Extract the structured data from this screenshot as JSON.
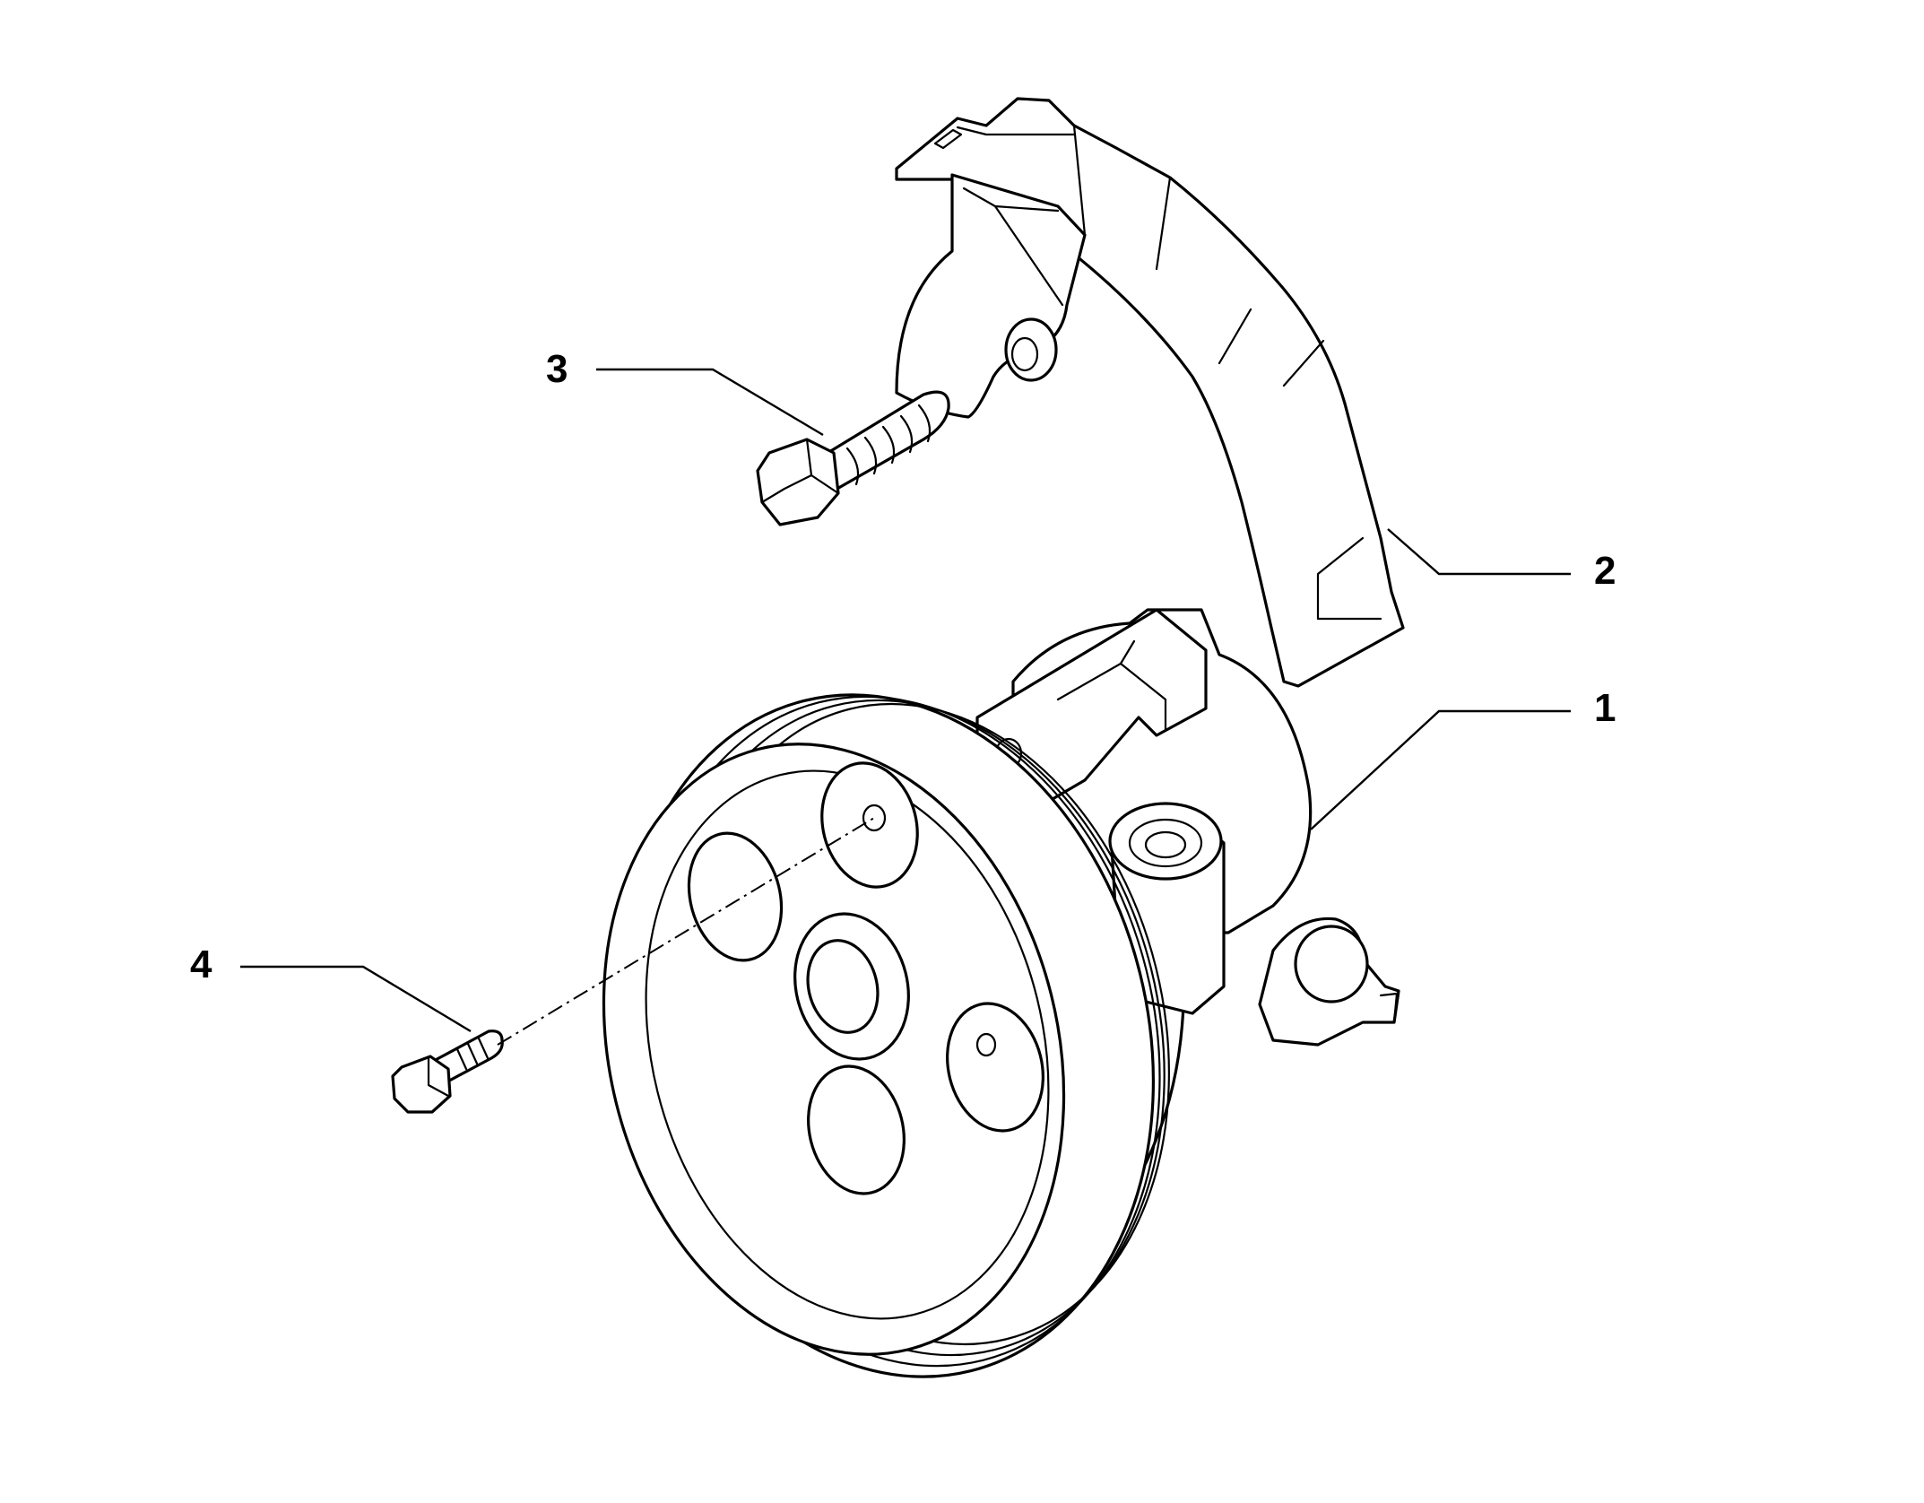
{
  "diagram": {
    "parts": [
      {
        "id": "part-1",
        "label": "1"
      },
      {
        "id": "part-2",
        "label": "2"
      },
      {
        "id": "part-3",
        "label": "3"
      },
      {
        "id": "part-4",
        "label": "4"
      }
    ],
    "colors": {
      "line": "#000000",
      "background": "#ffffff"
    }
  }
}
